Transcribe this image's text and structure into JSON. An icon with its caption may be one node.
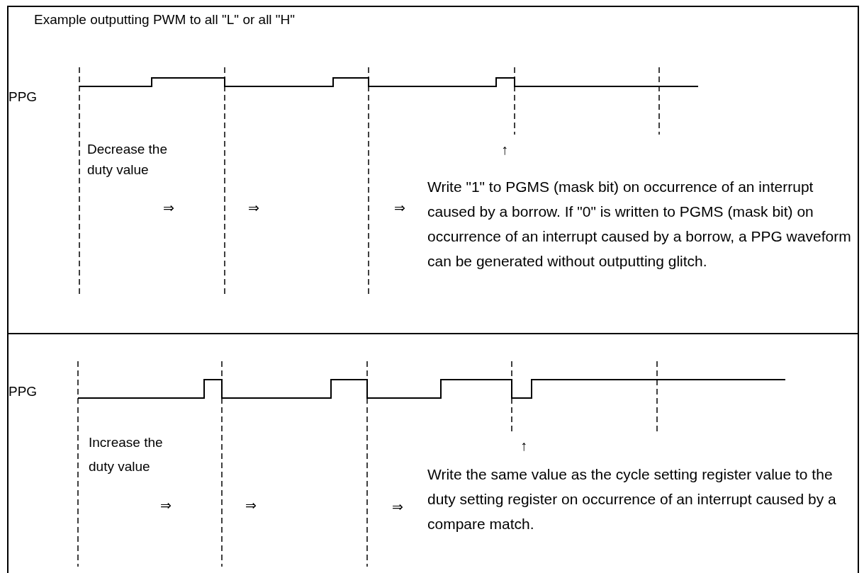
{
  "diagram": {
    "title": "Example outputting PWM to all \"L\" or all \"H\"",
    "labels": [
      "PPG",
      "Decrease the duty value",
      "↑",
      "⇒",
      "⇒",
      "⇒",
      "Write \"1\" to PGMS (mask bit) on occurrence of an interrupt caused by a borrow. If \"0\" is written to PGMS (mask bit) on occurrence of an interrupt caused by a borrow, a PPG waveform can be generated without outputting glitch.",
      "PPG",
      "Increase the duty value",
      "↑",
      "⇒",
      "⇒",
      "⇒",
      "Write the same value as the cycle setting register value to the duty setting register on occurrence of an interrupt caused by a compare match."
    ]
  }
}
